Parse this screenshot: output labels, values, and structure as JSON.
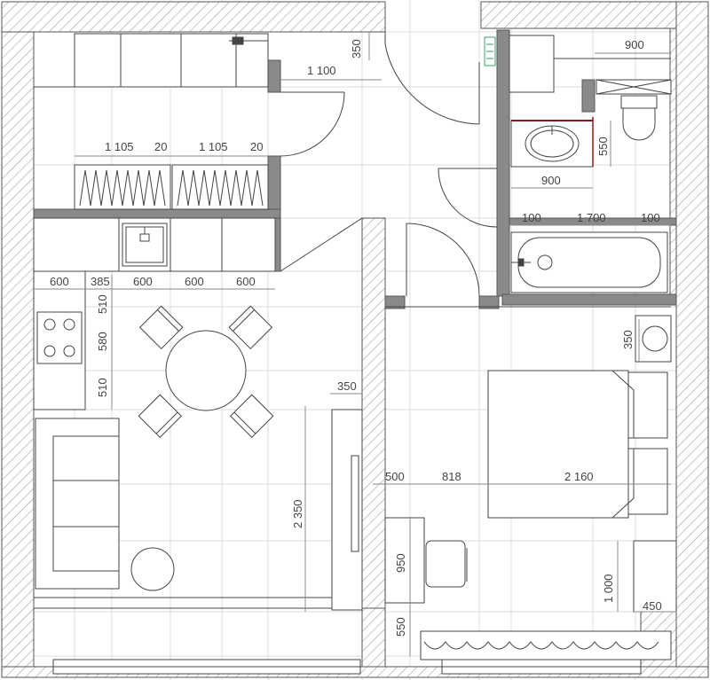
{
  "colors": {
    "wall_hatch": "#9a9a9a",
    "wall_fill": "#ffffff",
    "line": "#3a3a3a",
    "dim_line": "#9a9a9a",
    "grid": "#d9d9d9",
    "partition": "#777777",
    "red_accent": "#8b1a1a",
    "green_accent": "#3aa36b"
  },
  "dimensions": {
    "kitchen_top_350": "350",
    "hall_1100": "1 100",
    "bath_900_top": "900",
    "upper_1105_a": "1 105",
    "upper_20_a": "20",
    "upper_1105_b": "1 105",
    "upper_20_b": "20",
    "sink_550": "550",
    "sink_900": "900",
    "bath_100_a": "100",
    "bath_1700": "1 700",
    "bath_100_b": "100",
    "k_600_a": "600",
    "k_385": "385",
    "k_600_b": "600",
    "k_600_c": "600",
    "k_600_d": "600",
    "v_510_a": "510",
    "v_580": "580",
    "v_510_b": "510",
    "night_350": "350",
    "wardrobe_350": "350",
    "living_2350": "2 350",
    "bed_500": "500",
    "bed_818": "818",
    "bed_2160": "2 160",
    "desk_950": "950",
    "desk_550": "550",
    "bed_1000": "1 000",
    "bed_450": "450"
  }
}
